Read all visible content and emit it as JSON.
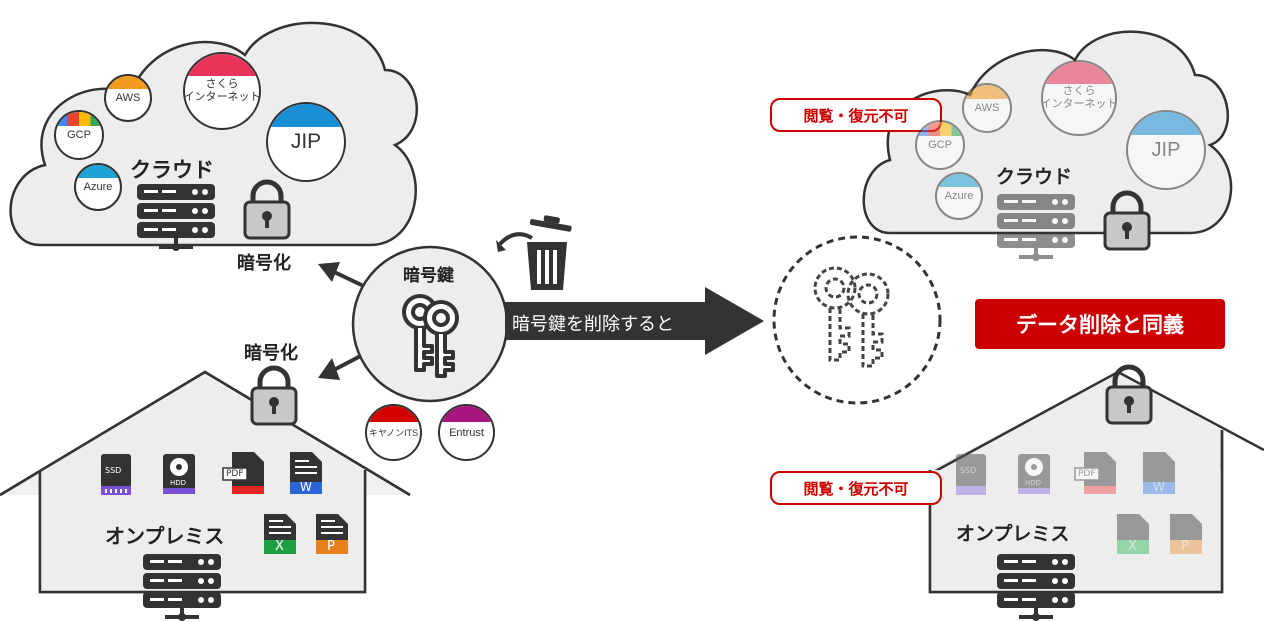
{
  "left": {
    "cloud_label": "クラウド",
    "cloud_encrypt_label": "暗号化",
    "onprem_encrypt_label": "暗号化",
    "onprem_label": "オンプレミス",
    "cloud_providers": [
      {
        "name": "AWS",
        "color": "#f29a1f"
      },
      {
        "name": "さくら\nインターネット",
        "color": "#e8335a"
      },
      {
        "name": "GCP",
        "color": "#4285f4"
      },
      {
        "name": "JIP",
        "color": "#1a8fd6"
      },
      {
        "name": "Azure",
        "color": "#1fa3d6"
      }
    ],
    "storage_icons": [
      {
        "name": "SSD",
        "color": "#7b4fd8"
      },
      {
        "name": "HDD",
        "color": "#7b4fd8"
      },
      {
        "name": "PDF",
        "color": "#e52521"
      },
      {
        "name": "W",
        "color": "#2b65d9"
      },
      {
        "name": "X",
        "color": "#1e9e43"
      },
      {
        "name": "P",
        "color": "#e8801c"
      }
    ]
  },
  "center": {
    "key_label": "暗号鍵",
    "key_providers": [
      {
        "name": "キヤノンITS",
        "color": "#d40000"
      },
      {
        "name": "Entrust",
        "color": "#a8157f"
      }
    ],
    "arrow_text": "暗号鍵を削除すると"
  },
  "right": {
    "cloud_label": "クラウド",
    "onprem_label": "オンプレミス",
    "warning_cloud": "閲覧・復元不可",
    "warning_onprem": "閲覧・復元不可",
    "result_banner": "データ削除と同義",
    "cloud_providers": [
      {
        "name": "AWS"
      },
      {
        "name": "さくら\nインターネット"
      },
      {
        "name": "GCP"
      },
      {
        "name": "JIP"
      },
      {
        "name": "Azure"
      }
    ],
    "storage_icons": [
      {
        "name": "SSD"
      },
      {
        "name": "HDD"
      },
      {
        "name": "PDF"
      },
      {
        "name": "W"
      },
      {
        "name": "X"
      },
      {
        "name": "P"
      }
    ]
  },
  "colors": {
    "accent_red": "#cc0000",
    "dark": "#333333",
    "cloud_fill": "#ededed"
  }
}
